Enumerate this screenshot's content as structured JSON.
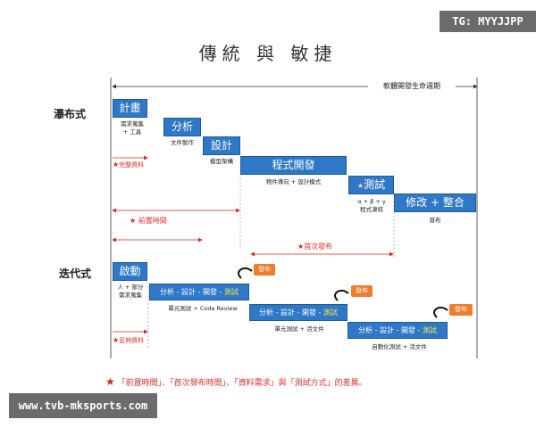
{
  "title": "傳統 與 敏捷",
  "watermark_top": "TG: MYYJJPP",
  "watermark_bottom": "www.tvb-mksports.com",
  "lifecycle_label": "軟體開發生命週期",
  "waterfall": {
    "label": "瀑布式",
    "phases": [
      {
        "name": "計畫",
        "note": "需求蒐集\n+ 工具"
      },
      {
        "name": "分析",
        "note": "文件製作"
      },
      {
        "name": "設計",
        "note": "模型架構"
      },
      {
        "name": "程式開發",
        "note": "物件導向 + 設計模式"
      },
      {
        "name": "測試",
        "note": "α + β + γ\n程式凍結"
      },
      {
        "name": "修改 + 整合",
        "note": "發布"
      }
    ],
    "complete_data": "完整資料",
    "lead_time": "前置時間",
    "first_release": "首次發布"
  },
  "iterative": {
    "label": "迭代式",
    "start": {
      "name": "啟動",
      "note": "人 + 部分\n需求蒐集"
    },
    "iterations": [
      {
        "prefix": "分析 - 設計 - 開發 - ",
        "test": "測試",
        "note": "單元測試 + Code Review"
      },
      {
        "prefix": "分析 - 設計 - 開發 - ",
        "test": "測試",
        "note": "單元測試 + 活文件"
      },
      {
        "prefix": "分析 - 設計 - 開發 - ",
        "test": "測試",
        "note": "自動化測試 + 活文件"
      }
    ],
    "release": "發布",
    "enough_data": "足夠資料"
  },
  "footer": "「前置時間」、「首次發布時間」、「資料需求」與「測試方式」的差異。",
  "colors": {
    "box": "#2e78c7",
    "release": "#f07c2e",
    "star": "#d9261c",
    "test_highlight": "#ffe34a"
  }
}
